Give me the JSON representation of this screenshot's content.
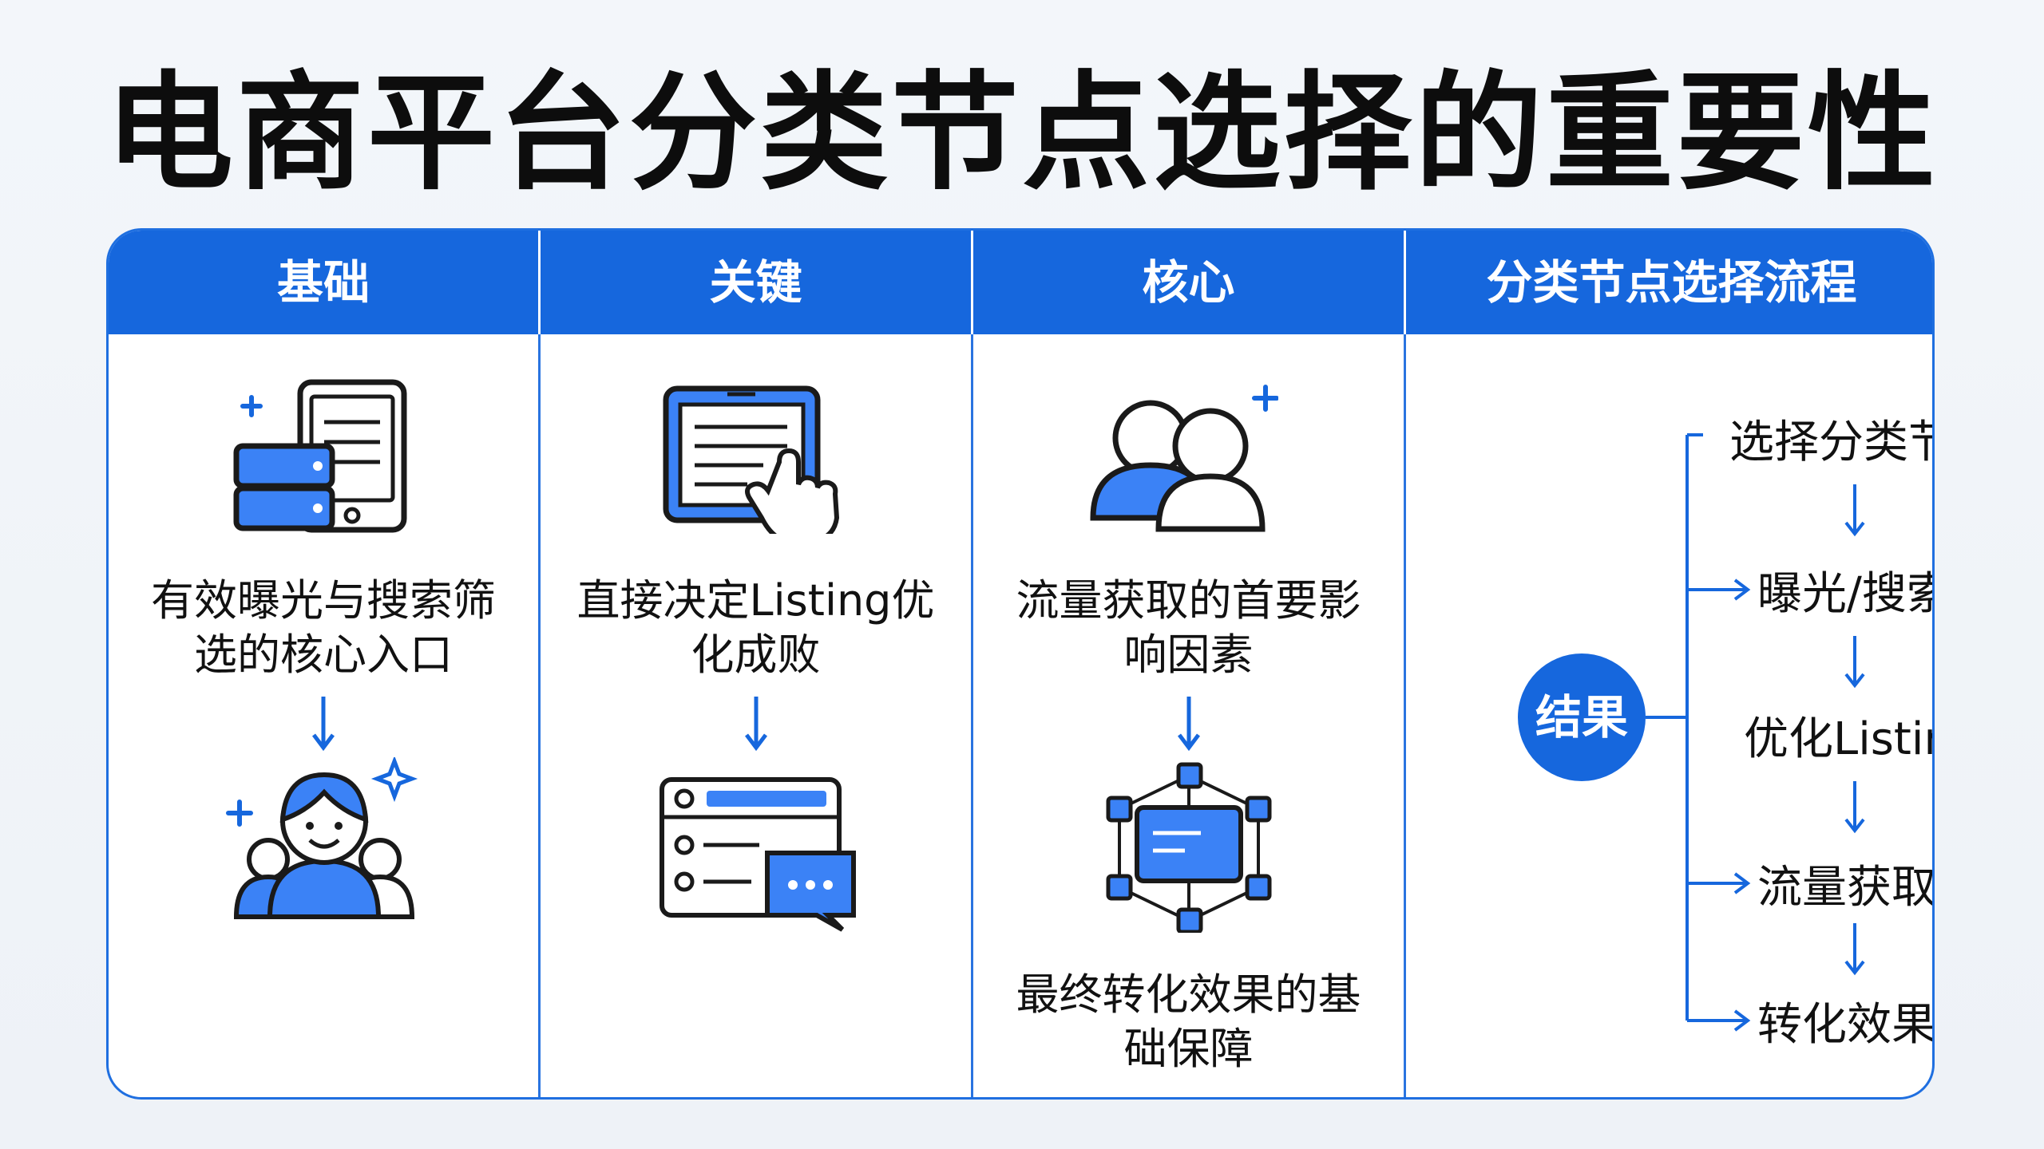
{
  "title": "电商平台分类节点选择的重要性",
  "columns": [
    {
      "header": "基础",
      "desc_line1": "有效曝光与搜索筛",
      "desc_line2": "选的核心入口"
    },
    {
      "header": "关键",
      "desc_line1": "直接决定Listing优",
      "desc_line2": "化成败"
    },
    {
      "header": "核心",
      "desc_line1": "流量获取的首要影",
      "desc_line2": "响因素",
      "desc2_line1": "最终转化效果的基",
      "desc2_line2": "础保障"
    },
    {
      "header": "分类节点选择流程"
    }
  ],
  "flow": {
    "result_label": "结果",
    "steps": [
      "选择分类节点",
      "曝光/搜索",
      "优化Listing",
      "流量获取",
      "转化效果"
    ]
  },
  "colors": {
    "accent": "#1667dd",
    "light_accent": "#3b82f6",
    "outline": "#1a1a1a"
  }
}
